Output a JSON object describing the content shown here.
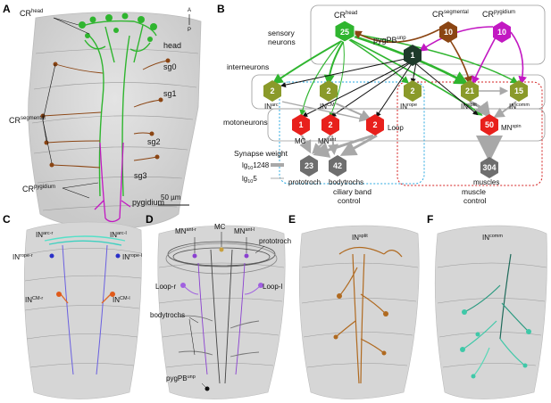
{
  "panels": {
    "A": {
      "letter": "A",
      "axis": {
        "a": "A",
        "p": "P"
      },
      "labels": {
        "cr_head": "CR",
        "cr_head_sup": "head",
        "cr_seg": "CR",
        "cr_seg_sup": "segmental",
        "cr_pyg": "CR",
        "cr_pyg_sup": "pygidium",
        "head": "head",
        "sg0": "sg0",
        "sg1": "sg1",
        "sg2": "sg2",
        "sg3": "sg3",
        "pygidium": "pygidium"
      },
      "scalebar": "50 µm"
    },
    "B": {
      "letter": "B",
      "groups": {
        "sensory": "sensory\nneurons",
        "inter": "interneurons",
        "moto": "motoneurons",
        "ciliary": "ciliary band\ncontrol",
        "muscle": "muscle\ncontrol"
      },
      "legend": {
        "title": "Synapse weight",
        "w1": "lg",
        "w1_sub": "10",
        "w1_val": "1248",
        "w2": "lg",
        "w2_sub": "10",
        "w2_val": "5"
      },
      "nodes": {
        "crhead": {
          "num": "25",
          "name": "CR",
          "sup": "head"
        },
        "crseg": {
          "num": "10",
          "name": "CR",
          "sup": "segmental"
        },
        "crpyg": {
          "num": "10",
          "name": "CR",
          "sup": "pygidium"
        },
        "pygpb": {
          "num": "1",
          "name": "pygPB",
          "sup": "unp"
        },
        "inarc": {
          "num": "2",
          "name": "IN",
          "sup": "arc"
        },
        "incm": {
          "num": "2",
          "name": "IN",
          "sup": "CM"
        },
        "inrope": {
          "num": "2",
          "name": "IN",
          "sup": "rope"
        },
        "insplit": {
          "num": "21",
          "name": "IN",
          "sup": "split"
        },
        "incomm": {
          "num": "15",
          "name": "IN",
          "sup": "comm"
        },
        "mc": {
          "num": "1",
          "name": "MC",
          "sup": ""
        },
        "mnant": {
          "num": "2",
          "name": "MN",
          "sup": "ant"
        },
        "loop": {
          "num": "2",
          "name": "Loop",
          "sup": ""
        },
        "mnspin": {
          "num": "50",
          "name": "MN",
          "sup": "spin"
        },
        "prototroch": {
          "num": "23",
          "name": "prototroch",
          "sup": ""
        },
        "bodytrochs": {
          "num": "42",
          "name": "bodytrochs",
          "sup": ""
        },
        "muscles": {
          "num": "304",
          "name": "muscles",
          "sup": ""
        }
      }
    },
    "C": {
      "letter": "C",
      "labels": {
        "arc_r": "IN",
        "arc_r_sup": "arc-r",
        "arc_l": "IN",
        "arc_l_sup": "arc-l",
        "rope_r": "IN",
        "rope_r_sup": "rope-r",
        "rope_l": "IN",
        "rope_l_sup": "rope-l",
        "cm_r": "IN",
        "cm_r_sup": "CM-r",
        "cm_l": "IN",
        "cm_l_sup": "CM-l"
      }
    },
    "D": {
      "letter": "D",
      "labels": {
        "mnant_r": "MN",
        "mnant_r_sup": "ant-r",
        "mc": "MC",
        "mnant_l": "MN",
        "mnant_l_sup": "ant-l",
        "prototroch": "prototroch",
        "loop_r": "Loop-r",
        "loop_l": "Loop-l",
        "bodytrochs": "bodytrochs",
        "pygpb": "pygPB",
        "pygpb_sup": "unp"
      }
    },
    "E": {
      "letter": "E",
      "label": "IN",
      "label_sup": "split"
    },
    "F": {
      "letter": "F",
      "label": "IN",
      "label_sup": "comm"
    }
  },
  "colors": {
    "green": "#2fb52f",
    "brown": "#8b4513",
    "magenta": "#c218c2",
    "olive": "#8a9a2a",
    "red": "#e8201c",
    "grey": "#6e6e6e",
    "black": "#111111",
    "cyan_box": "#2aa8e0",
    "red_box": "#d42020"
  }
}
